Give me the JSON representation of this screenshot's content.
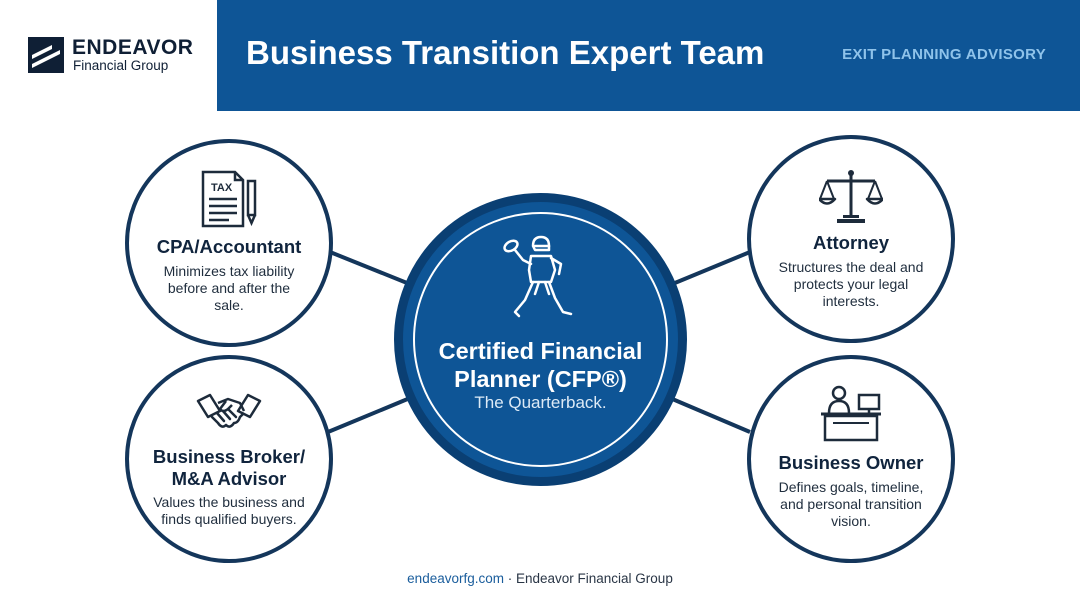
{
  "brand": {
    "name": "ENDEAVOR",
    "subname": "Financial Group"
  },
  "header": {
    "title": "Business Transition Expert Team",
    "tag": "EXIT PLANNING ADVISORY"
  },
  "center": {
    "title_line1": "Certified Financial",
    "title_line2": "Planner (CFP®)",
    "subtitle": "The Quarterback.",
    "icon": "quarterback-icon"
  },
  "nodes": [
    {
      "title": "CPA/Accountant",
      "desc_line1": "Minimizes tax liability",
      "desc_line2": "before and after the",
      "desc_line3": "sale.",
      "icon": "tax-document-icon",
      "icon_text": "TAX"
    },
    {
      "title_line1": "Business Broker/",
      "title_line2": "M&A Advisor",
      "desc_line1": "Values the business and",
      "desc_line2": "finds qualified buyers.",
      "icon": "handshake-icon"
    },
    {
      "title": "Attorney",
      "desc_line1": "Structures the deal and",
      "desc_line2": "protects your legal",
      "desc_line3": "interests.",
      "icon": "scales-icon"
    },
    {
      "title": "Business Owner",
      "desc_line1": "Defines goals, timeline,",
      "desc_line2": "and personal transition",
      "desc_line3": "vision.",
      "icon": "desk-person-icon"
    }
  ],
  "footer": {
    "link": "endeavorfg.com",
    "separator": " · ",
    "company": "Endeavor Financial Group"
  },
  "colors": {
    "primary": "#0e5596",
    "dark": "#14365b",
    "accent": "#8fc3ea"
  }
}
